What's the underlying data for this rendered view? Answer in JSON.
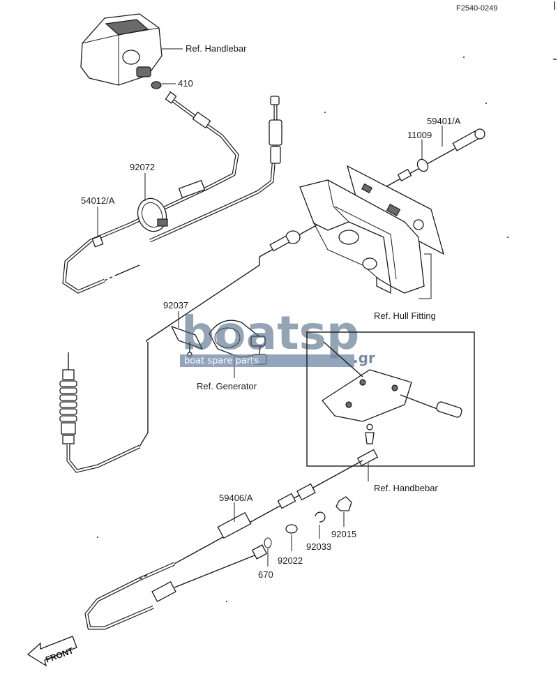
{
  "figure_code": "F2540-0249",
  "labels": {
    "ref_handlebar_top": "Ref. Handlebar",
    "part_410": "410",
    "part_92072": "92072",
    "part_54012": "54012/A",
    "part_59401": "59401/A",
    "part_11009": "11009",
    "ref_hull_fitting": "Ref. Hull Fitting",
    "part_92037": "92037",
    "ref_generator": "Ref. Generator",
    "ref_handbebar": "Ref. Handbebar",
    "part_59406": "59406/A",
    "part_92015": "92015",
    "part_92033": "92033",
    "part_92022": "92022",
    "part_670": "670",
    "front": "FRONT"
  },
  "watermark": {
    "main": "boatsp",
    "suffix": ".gr",
    "tagline": "boat spare parts"
  },
  "colors": {
    "ink": "#1a1a1a",
    "watermark": "#3f5a7a"
  }
}
